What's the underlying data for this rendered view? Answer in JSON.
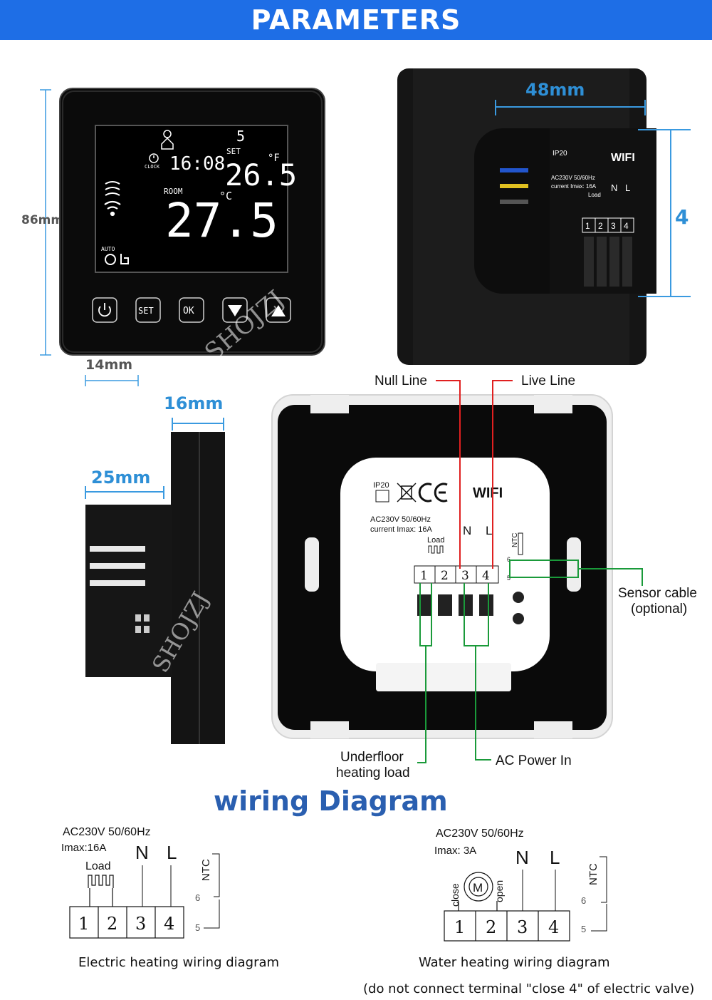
{
  "banner": {
    "title": "PARAMETERS"
  },
  "dimensions": {
    "height": "86mm",
    "depth_front": "14mm",
    "width_back": "48mm",
    "height_back": "4",
    "side_front": "16mm",
    "side_body": "25mm"
  },
  "lcd": {
    "week_day": "5",
    "clock_label": "CLOCK",
    "clock_time": "16:08",
    "set_label": "SET",
    "set_temp": "26.5",
    "set_unit": "°F",
    "room_label": "ROOM",
    "room_temp": "27.5",
    "room_unit": "°C",
    "auto_label": "AUTO"
  },
  "buttons": {
    "power_icon": "power-icon",
    "set_label": "SET",
    "ok_label": "OK",
    "down_icon": "down-triangle-icon",
    "up_icon": "up-triangle-icon"
  },
  "watermark": "SHOJZJ",
  "module": {
    "ip": "IP20",
    "wifi": "WIFI",
    "rating": "AC230V 50/60Hz",
    "current": "current Imax:  16A",
    "load": "Load",
    "n": "N",
    "l": "L",
    "ntc": "NTC",
    "pin6": "6",
    "pin5": "5",
    "terminals": [
      "1",
      "2",
      "3",
      "4"
    ]
  },
  "callouts": {
    "null_line": "Null Line",
    "live_line": "Live Line",
    "sensor_cable_1": "Sensor cable",
    "sensor_cable_2": "(optional)",
    "underfloor_1": "Underfloor",
    "underfloor_2": "heating load",
    "ac_power": "AC Power In"
  },
  "wiring_title": "wiring Diagram",
  "electric": {
    "rating": "AC230V 50/60Hz",
    "imax": "Imax:16A",
    "load": "Load",
    "n": "N",
    "l": "L",
    "ntc": "NTC",
    "pin6": "6",
    "pin5": "5",
    "terminals": [
      "1",
      "2",
      "3",
      "4"
    ],
    "caption": "Electric heating wiring  diagram"
  },
  "water": {
    "rating": "AC230V 50/60Hz",
    "imax": "Imax:  3A",
    "motor": "M",
    "close": "close",
    "open": "open",
    "n": "N",
    "l": "L",
    "ntc": "NTC",
    "pin6": "6",
    "pin5": "5",
    "terminals": [
      "1",
      "2",
      "3",
      "4"
    ],
    "caption": "Water heating wiring  diagram",
    "note": "(do not connect  terminal \"close 4\" of electric valve)"
  },
  "colors": {
    "banner": "#1e6ee6",
    "dimension": "#2e8fd6",
    "null_live_wire": "#e02020",
    "callout_wire": "#1a9a3a"
  }
}
